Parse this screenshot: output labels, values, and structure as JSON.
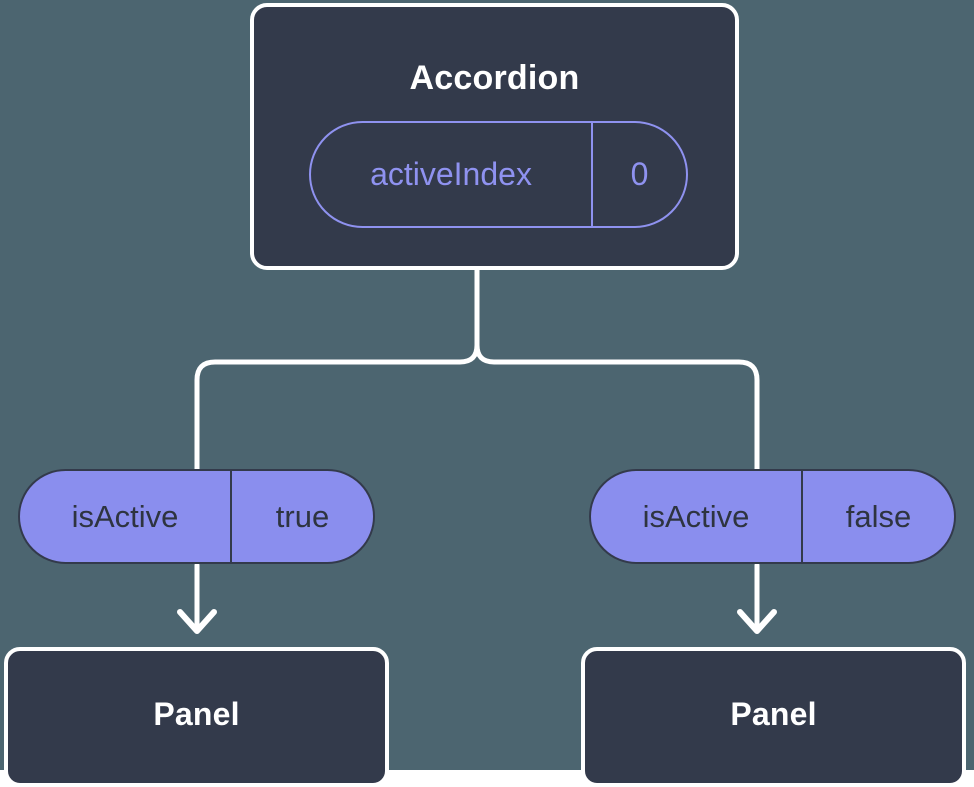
{
  "diagram": {
    "type": "component-tree",
    "background_color": "#4c6570",
    "node_fill_color": "#333a4b",
    "node_border_color": "#ffffff",
    "pill_fill_color": "#8a8eee",
    "pill_outline_color": "#8f92f0",
    "pill_text_color": "#2e3440",
    "connector_color": "#ffffff"
  },
  "root": {
    "title": "Accordion",
    "state": {
      "key": "activeIndex",
      "value": "0"
    }
  },
  "children": [
    {
      "prop": {
        "key": "isActive",
        "value": "true"
      },
      "title": "Panel"
    },
    {
      "prop": {
        "key": "isActive",
        "value": "false"
      },
      "title": "Panel"
    }
  ]
}
